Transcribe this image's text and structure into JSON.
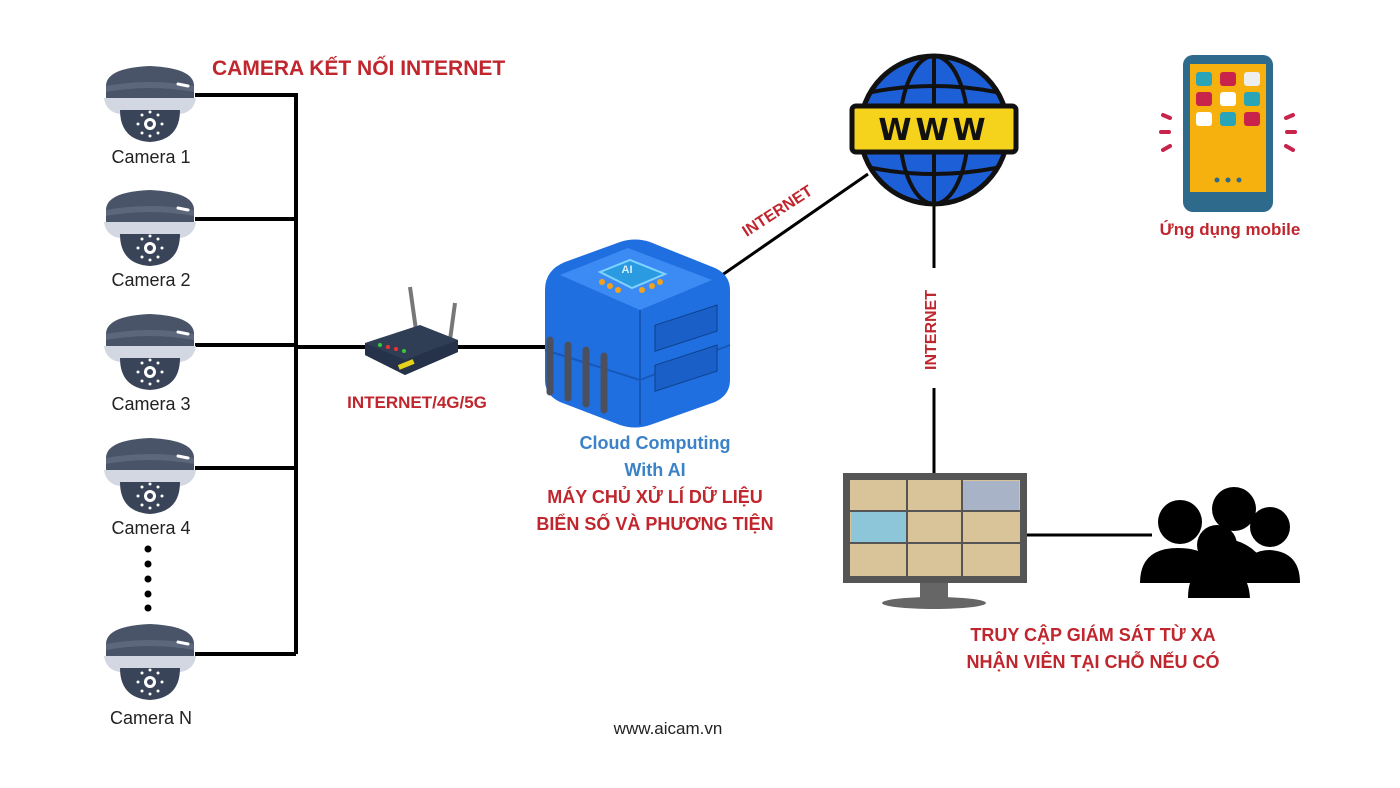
{
  "title": "CAMERA KẾT NỐI INTERNET",
  "cameras": [
    {
      "label": "Camera 1"
    },
    {
      "label": "Camera 2"
    },
    {
      "label": "Camera 3"
    },
    {
      "label": "Camera 4"
    },
    {
      "label": "Camera N"
    }
  ],
  "router_label": "INTERNET/4G/5G",
  "server": {
    "chip_text": "AI",
    "line1": "Cloud Computing",
    "line2": "With AI",
    "line3": "MÁY CHỦ XỬ LÍ DỮ LIỆU",
    "line4": "BIỂN SỐ VÀ PHƯƠNG TIỆN"
  },
  "link_server_globe": "INTERNET",
  "globe_text": "WWW",
  "link_globe_monitor": "INTERNET",
  "mobile_label": "Ứng dụng mobile",
  "monitor_text": {
    "line1": "TRUY CẬP GIÁM SÁT TỪ XA",
    "line2": "NHẬN VIÊN TẠI CHỖ NẾU CÓ"
  },
  "footer": "www.aicam.vn",
  "colors": {
    "accent_red": "#c0262d",
    "cloud_blue": "#3b82c8",
    "globe_blue": "#1d5fd6",
    "phone_yellow": "#f6b10e"
  }
}
